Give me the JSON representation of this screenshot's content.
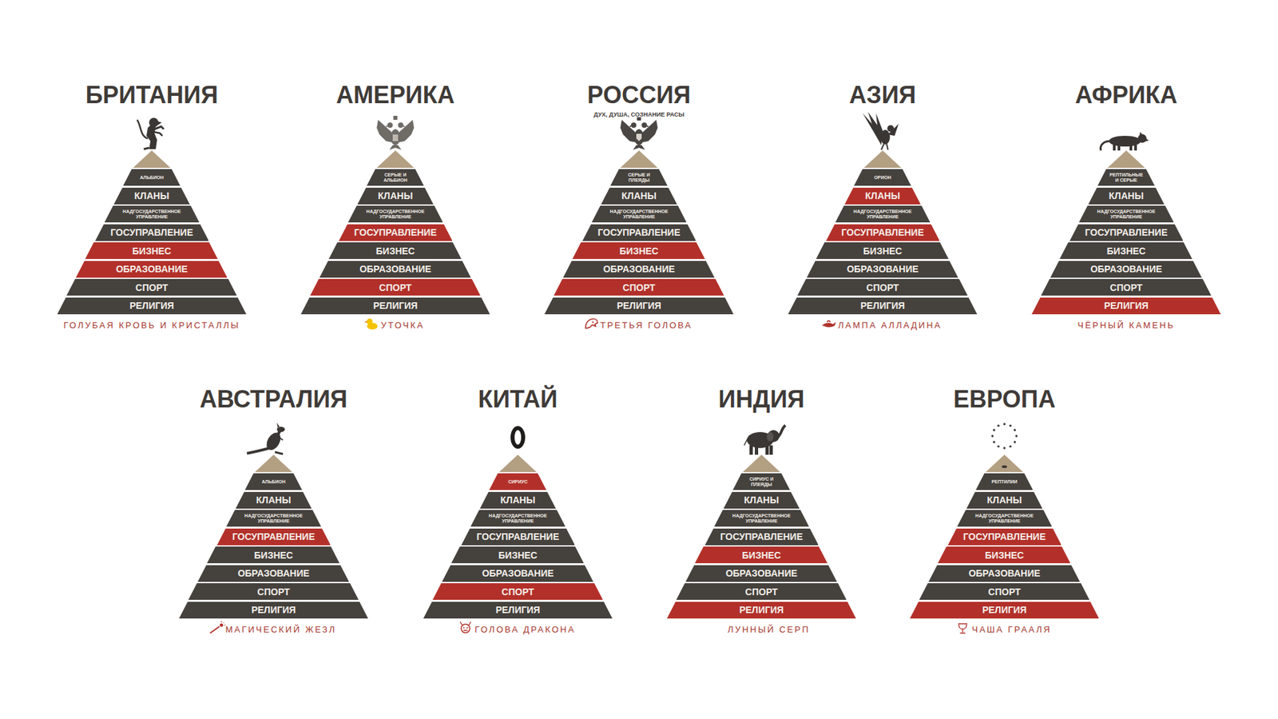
{
  "diagram": {
    "nodes": [
      {
        "text": [
          "БРИТАНИЯ",
          "ГОЛУБАЯ КРОВЬ И КРИСТАЛЛЫ"
        ]
      },
      {
        "text": [
          "АЛЬБИОН"
        ],
        "in": 0
      },
      {
        "text": [
          "КЛАНЫ"
        ],
        "in": 0
      },
      {
        "text": [
          "НАДГОСУДАРСТВЕННОЕ УПРАВЛЕНИЕ"
        ],
        "in": 0
      },
      {
        "text": [
          "ГОСУПРАВЛЕНИЕ"
        ],
        "in": 0
      },
      {
        "text": [
          "БИЗНЕС"
        ],
        "in": 0
      },
      {
        "text": [
          "ОБРАЗОВАНИЕ"
        ],
        "in": 0
      },
      {
        "text": [
          "СПОРТ"
        ],
        "in": 0
      },
      {
        "text": [
          "РЕЛИГИЯ"
        ],
        "in": 0
      },
      {
        "text": [
          "АМЕРИКА",
          "УТОЧКА"
        ]
      },
      {
        "text": [
          "СЕРЫЕ И АЛЬБИОН"
        ],
        "in": 9
      },
      {
        "text": [
          "КЛАНЫ"
        ],
        "in": 9
      },
      {
        "text": [
          "НАДГОСУДАРСТВЕННОЕ УПРАВЛЕНИЕ"
        ],
        "in": 9
      },
      {
        "text": [
          "ГОСУПРАВЛЕНИЕ"
        ],
        "in": 9
      },
      {
        "text": [
          "БИЗНЕС"
        ],
        "in": 9
      },
      {
        "text": [
          "ОБРАЗОВАНИЕ"
        ],
        "in": 9
      },
      {
        "text": [
          "СПОРТ"
        ],
        "in": 9
      },
      {
        "text": [
          "РЕЛИГИЯ"
        ],
        "in": 9
      },
      {
        "text": [
          "РОССИЯ",
          "ДУХ, ДУША, СОЗНАНИЕ РАСЫ",
          "ТРЕТЬЯ ГОЛОВА"
        ]
      },
      {
        "text": [
          "СЕРЫЕ И ПЛЕЯДЫ"
        ],
        "in": 18
      },
      {
        "text": [
          "КЛАНЫ"
        ],
        "in": 18
      },
      {
        "text": [
          "НАДГОСУДАРСТВЕННОЕ УПРАВЛЕНИЕ"
        ],
        "in": 18
      },
      {
        "text": [
          "ГОСУПРАВЛЕНИЕ"
        ],
        "in": 18
      },
      {
        "text": [
          "БИЗНЕС"
        ],
        "in": 18
      },
      {
        "text": [
          "ОБРАЗОВАНИЕ"
        ],
        "in": 18
      },
      {
        "text": [
          "СПОРТ"
        ],
        "in": 18
      },
      {
        "text": [
          "РЕЛИГИЯ"
        ],
        "in": 18
      },
      {
        "text": [
          "АЗИЯ",
          "ЛАМПА АЛЛАДИНА"
        ]
      },
      {
        "text": [
          "ОРИОН"
        ],
        "in": 27
      },
      {
        "text": [
          "КЛАНЫ"
        ],
        "in": 27
      },
      {
        "text": [
          "НАДГОСУДАРСТВЕННОЕ УПРАВЛЕНИЕ"
        ],
        "in": 27
      },
      {
        "text": [
          "ГОСУПРАВЛЕНИЕ"
        ],
        "in": 27
      },
      {
        "text": [
          "БИЗНЕС"
        ],
        "in": 27
      },
      {
        "text": [
          "ОБРАЗОВАНИЕ"
        ],
        "in": 27
      },
      {
        "text": [
          "СПОРТ"
        ],
        "in": 27
      },
      {
        "text": [
          "РЕЛИГИЯ"
        ],
        "in": 27
      },
      {
        "text": [
          "АФРИКА",
          "ЧЁРНЫЙ КАМЕНЬ"
        ]
      },
      {
        "text": [
          "РЕПТИЛЬНЫЕ И СЕРЫЕ"
        ],
        "in": 36
      },
      {
        "text": [
          "КЛАНЫ"
        ],
        "in": 36
      },
      {
        "text": [
          "НАДГОСУДАРСТВЕННОЕ УПРАВЛЕНИЕ"
        ],
        "in": 36
      },
      {
        "text": [
          "ГОСУПРАВЛЕНИЕ"
        ],
        "in": 36
      },
      {
        "text": [
          "БИЗНЕС"
        ],
        "in": 36
      },
      {
        "text": [
          "ОБРАЗОВАНИЕ"
        ],
        "in": 36
      },
      {
        "text": [
          "СПОРТ"
        ],
        "in": 36
      },
      {
        "text": [
          "РЕЛИГИЯ"
        ],
        "in": 36
      },
      {
        "text": [
          "АВСТРАЛИЯ",
          "МАГИЧЕСКИЙ ЖЕЗЛ"
        ]
      },
      {
        "text": [
          "АЛЬБИОН"
        ],
        "in": 45
      },
      {
        "text": [
          "КЛАНЫ"
        ],
        "in": 45
      },
      {
        "text": [
          "НАДГОСУДАРСТВЕННОЕ УПРАВЛЕНИЕ"
        ],
        "in": 45
      },
      {
        "text": [
          "ГОСУПРАВЛЕНИЕ"
        ],
        "in": 45
      },
      {
        "text": [
          "БИЗНЕС"
        ],
        "in": 45
      },
      {
        "text": [
          "ОБРАЗОВАНИЕ"
        ],
        "in": 45
      },
      {
        "text": [
          "СПОРТ"
        ],
        "in": 45
      },
      {
        "text": [
          "РЕЛИГИЯ"
        ],
        "in": 45
      },
      {
        "text": [
          "КИТАЙ",
          "ГОЛОВА ДРАКОНА"
        ]
      },
      {
        "text": [
          "СИРИУС"
        ],
        "in": 54
      },
      {
        "text": [
          "КЛАНЫ"
        ],
        "in": 54
      },
      {
        "text": [
          "НАДГОСУДАРСТВЕННОЕ УПРАВЛЕНИЕ"
        ],
        "in": 54
      },
      {
        "text": [
          "ГОСУПРАВЛЕНИЕ"
        ],
        "in": 54
      },
      {
        "text": [
          "БИЗНЕС"
        ],
        "in": 54
      },
      {
        "text": [
          "ОБРАЗОВАНИЕ"
        ],
        "in": 54
      },
      {
        "text": [
          "СПОРТ"
        ],
        "in": 54
      },
      {
        "text": [
          "РЕЛИГИЯ"
        ],
        "in": 54
      },
      {
        "text": [
          "ИНДИЯ",
          "ЛУННЫЙ СЕРП"
        ]
      },
      {
        "text": [
          "СИРИУС И ПЛЕЯДЫ"
        ],
        "in": 63
      },
      {
        "text": [
          "КЛАНЫ"
        ],
        "in": 63
      },
      {
        "text": [
          "НАДГОСУДАРСТВЕННОЕ УПРАВЛЕНИЕ"
        ],
        "in": 63
      },
      {
        "text": [
          "ГОСУПРАВЛЕНИЕ"
        ],
        "in": 63
      },
      {
        "text": [
          "БИЗНЕС"
        ],
        "in": 63
      },
      {
        "text": [
          "ОБРАЗОВАНИЕ"
        ],
        "in": 63
      },
      {
        "text": [
          "СПОРТ"
        ],
        "in": 63
      },
      {
        "text": [
          "РЕЛИГИЯ"
        ],
        "in": 63
      },
      {
        "text": [
          "ЕВРОПА",
          "ЧАША ГРААЛЯ"
        ]
      },
      {
        "text": [
          "РЕПТИЛИИ"
        ],
        "in": 72
      },
      {
        "text": [
          "КЛАНЫ"
        ],
        "in": 72
      },
      {
        "text": [
          "НАДГОСУДАРСТВЕННОЕ УПРАВЛЕНИЕ"
        ],
        "in": 72
      },
      {
        "text": [
          "ГОСУПРАВЛЕНИЕ"
        ],
        "in": 72
      },
      {
        "text": [
          "БИЗНЕС"
        ],
        "in": 72
      },
      {
        "text": [
          "ОБРАЗОВАНИЕ"
        ],
        "in": 72
      },
      {
        "text": [
          "СПОРТ"
        ],
        "in": 72
      },
      {
        "text": [
          "РЕЛИГИЯ"
        ],
        "in": 72
      }
    ]
  }
}
